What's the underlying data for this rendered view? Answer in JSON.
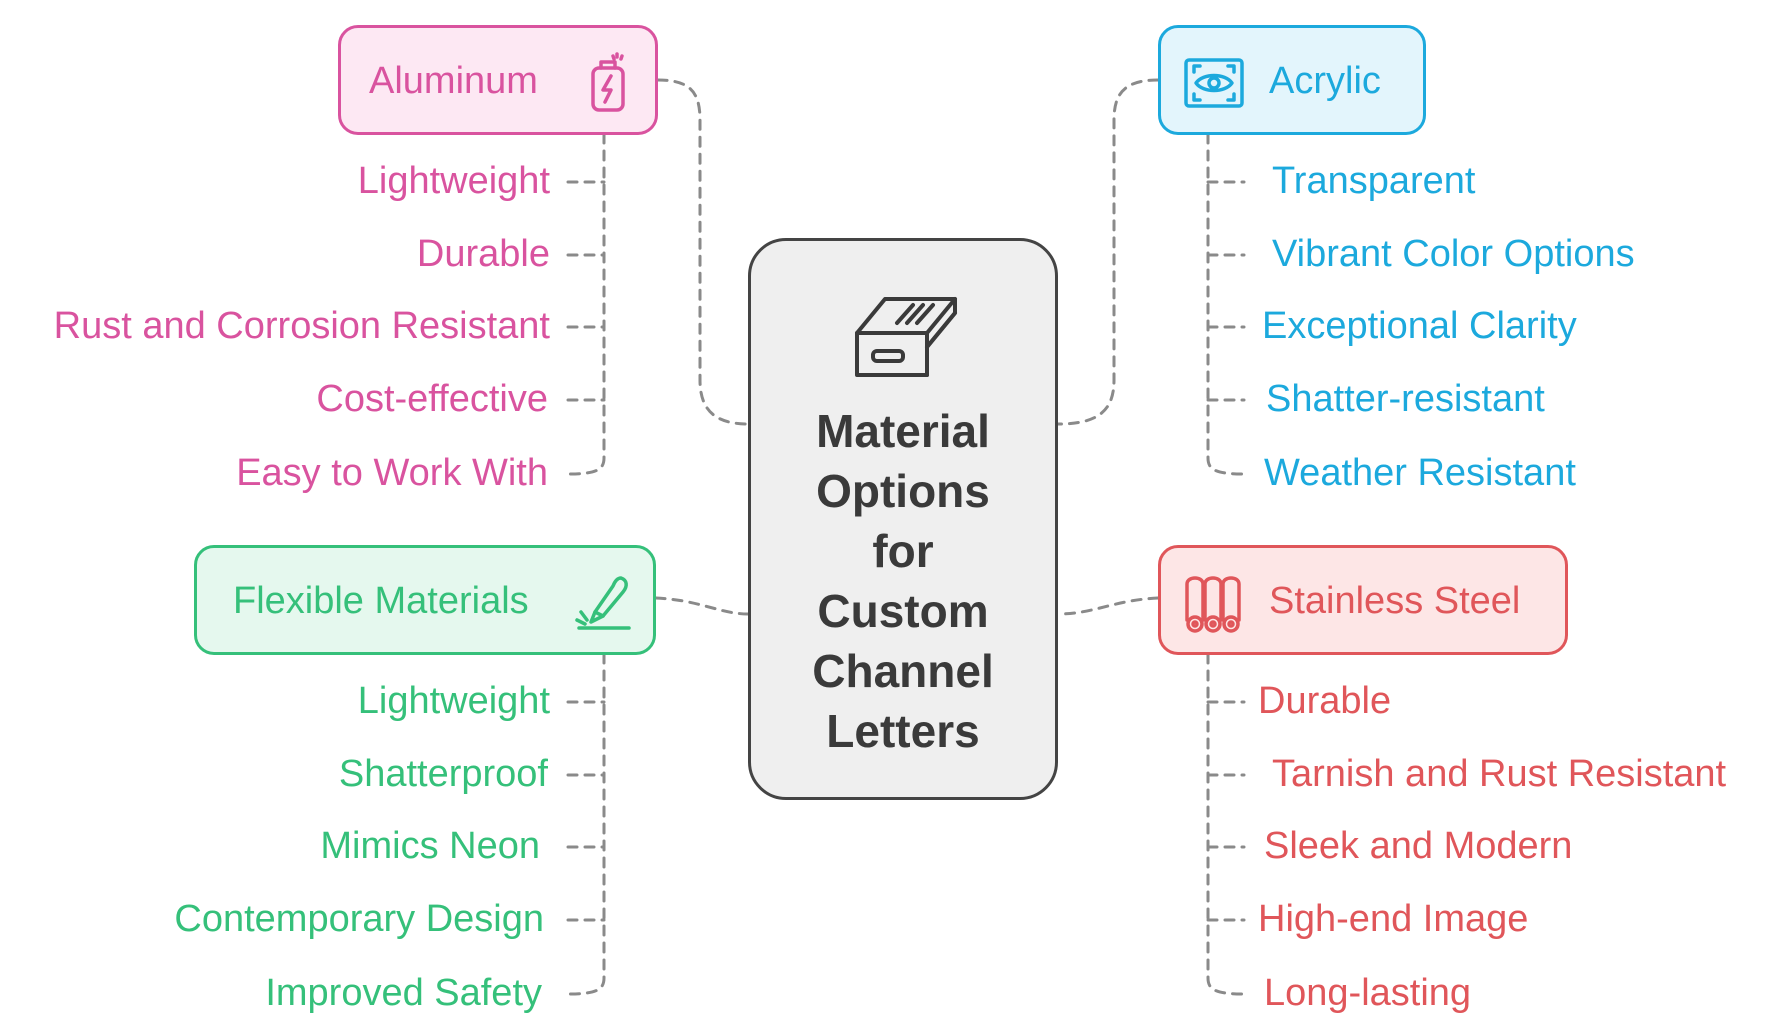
{
  "center": {
    "title": "Material\nOptions\nfor\nCustom\nChannel\nLetters",
    "icon": "channel-letter-block-icon"
  },
  "categories": {
    "aluminum": {
      "label": "Aluminum",
      "icon": "battery-bolt-icon",
      "color": "#d9539f",
      "fill": "#fde8f3",
      "items": [
        "Lightweight",
        "Durable",
        "Rust and Corrosion Resistant",
        "Cost-effective",
        "Easy to Work With"
      ]
    },
    "acrylic": {
      "label": "Acrylic",
      "icon": "eye-scan-icon",
      "color": "#1ca9dd",
      "fill": "#e3f5fc",
      "items": [
        "Transparent",
        "Vibrant Color Options",
        "Exceptional Clarity",
        "Shatter-resistant",
        "Weather Resistant"
      ]
    },
    "flexible": {
      "label": "Flexible Materials",
      "icon": "pen-brush-icon",
      "color": "#35c07a",
      "fill": "#e5f8ee",
      "items": [
        "Lightweight",
        "Shatterproof",
        "Mimics Neon",
        "Contemporary Design",
        "Improved Safety"
      ]
    },
    "steel": {
      "label": "Stainless Steel",
      "icon": "steel-rods-icon",
      "color": "#e0565a",
      "fill": "#fde6e6",
      "items": [
        "Durable",
        "Tarnish and Rust Resistant",
        "Sleek and Modern",
        "High-end Image",
        "Long-lasting"
      ]
    }
  }
}
